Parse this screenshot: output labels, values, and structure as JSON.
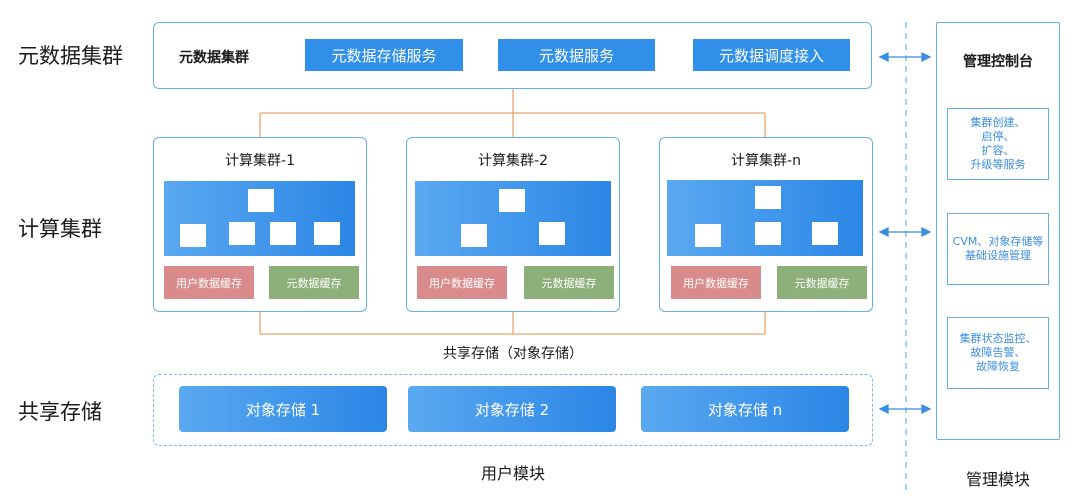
{
  "rows": {
    "metadata_label": "元数据集群",
    "compute_label": "计算集群",
    "storage_label": "共享存储"
  },
  "metadata_cluster": {
    "title": "元数据集群",
    "services": [
      "元数据存储服务",
      "元数据服务",
      "元数据调度接入"
    ]
  },
  "compute_clusters": [
    {
      "title": "计算集群-1",
      "user_cache": "用户数据缓存",
      "meta_cache": "元数据缓存"
    },
    {
      "title": "计算集群-2",
      "user_cache": "用户数据缓存",
      "meta_cache": "元数据缓存"
    },
    {
      "title": "计算集群-n",
      "user_cache": "用户数据缓存",
      "meta_cache": "元数据缓存"
    }
  ],
  "shared_storage": {
    "caption": "共享存储（对象存储）",
    "items": [
      "对象存储 1",
      "对象存储 2",
      "对象存储 n"
    ]
  },
  "management": {
    "title": "管理控制台",
    "items": [
      "集群创建、\n启停、\n扩容、\n升级等服务",
      "CVM、对象存储等\n基础设施管理",
      "集群状态监控、\n故障告警、\n故障恢复"
    ]
  },
  "footer": {
    "user_module": "用户模块",
    "mgmt_module": "管理模块"
  },
  "colors": {
    "accent_blue": "#2f8fe9",
    "border_blue": "#6aaee8",
    "connector_orange": "#e8a56c",
    "user_cache": "#d98b8b",
    "meta_cache": "#8db07a"
  }
}
